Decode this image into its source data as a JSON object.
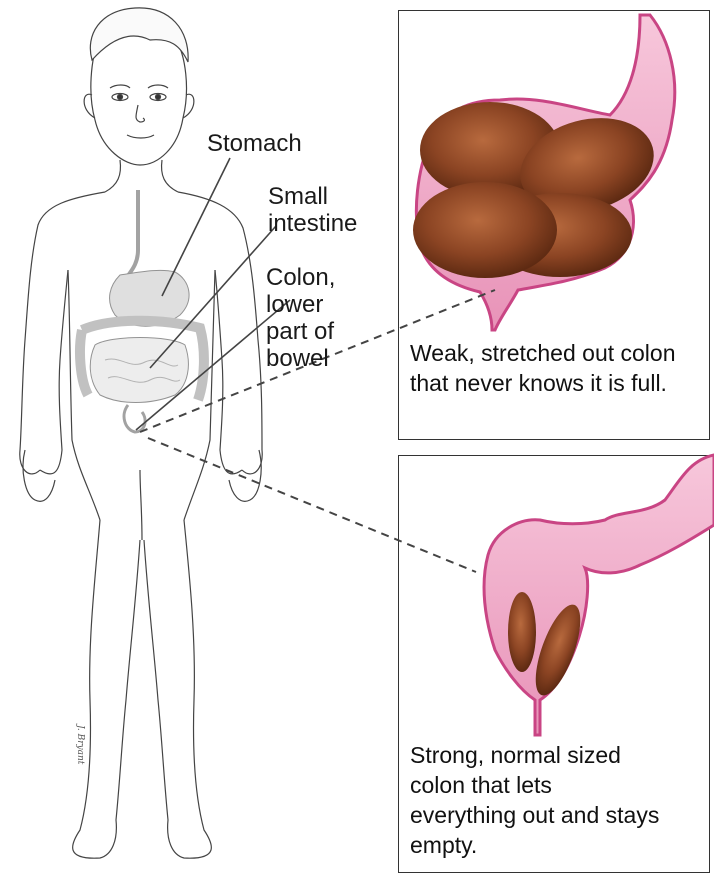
{
  "labels": {
    "stomach": "Stomach",
    "small_intestine": [
      "Small",
      "intestine"
    ],
    "colon": [
      "Colon,",
      "lower",
      "part of",
      "bowel"
    ]
  },
  "panels": {
    "top_caption": "Weak, stretched out colon that never knows it is full.",
    "bottom_caption": "Strong, normal sized colon that lets everything out and stays empty."
  },
  "signature": "J. Bryant",
  "colors": {
    "colon_wall": "#d44a8a",
    "colon_fill": "#f2b8cf",
    "stool": "#8b4423",
    "outline": "#333333"
  }
}
